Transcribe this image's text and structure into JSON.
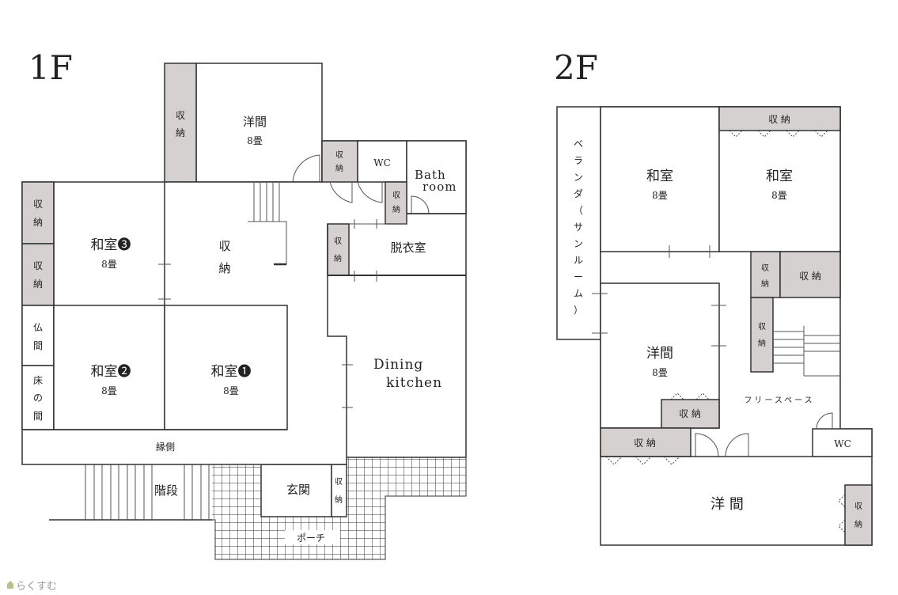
{
  "floor1": {
    "label": "1F",
    "youma": "洋間",
    "youma_size": "8畳",
    "storage": "収",
    "storage2": "納",
    "wc": "WC",
    "bath1": "Bath",
    "bath2": "room",
    "washroom": "脱衣室",
    "washitsu3": "和室❸",
    "washitsu2": "和室❷",
    "washitsu1": "和室❶",
    "size8": "8畳",
    "butsuma1": "仏",
    "butsuma2": "間",
    "toko1": "床",
    "toko2": "の",
    "toko3": "間",
    "engawa": "縁側",
    "dining1": "Dining",
    "dining2": "kitchen",
    "stairs": "階段",
    "entrance": "玄関",
    "porch": "ポーチ"
  },
  "floor2": {
    "label": "2F",
    "veranda": [
      "ベ",
      "ラ",
      "ン",
      "ダ",
      "（",
      "サ",
      "ン",
      "ル",
      "ー",
      "ム",
      "）"
    ],
    "washitsu": "和室",
    "size8": "8畳",
    "storage_h": "収 納",
    "storage1": "収",
    "storage2": "納",
    "youma": "洋間",
    "youma_big": "洋 間",
    "free_space": "フリースペース",
    "wc": "WC"
  },
  "logo": "らくすむ",
  "colors": {
    "storage": "#d5d1d0",
    "wall": "#333333"
  }
}
